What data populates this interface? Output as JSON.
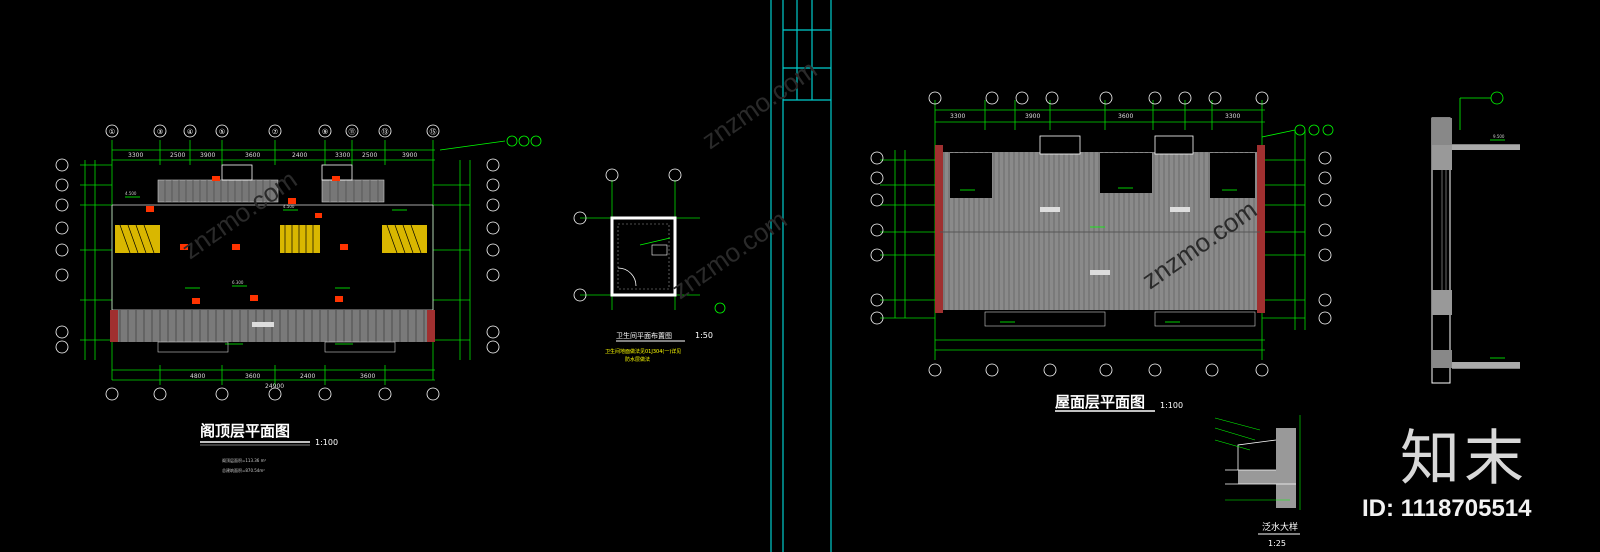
{
  "drawings": {
    "attic_plan": {
      "title": "阁顶层平面图",
      "scale": "1:100",
      "notes": [
        "阁顶层面积=113.36 m²",
        "总建筑面积=870.54m²"
      ]
    },
    "bathroom_plan": {
      "title": "卫生间平面布置图",
      "scale": "1:50",
      "notes": [
        "卫生间地面做法见01J304(一)详见",
        "防水层做法"
      ]
    },
    "roof_plan": {
      "title": "屋面层平面图",
      "scale": "1:100"
    },
    "detail": {
      "title": "泛水大样",
      "scale": "1:25"
    }
  },
  "axis_labels": {
    "top": [
      "①",
      "③",
      "④",
      "⑤",
      "⑦",
      "⑨",
      "⑪",
      "⑬",
      "⑮"
    ],
    "side": [
      "Ⓖ",
      "Ⓕ",
      "Ⓔ",
      "Ⓓ",
      "Ⓒ",
      "Ⓑ",
      "Ⓐ"
    ],
    "dims": [
      "3300",
      "2500",
      "3900",
      "3600",
      "2400",
      "3300",
      "2500",
      "3900"
    ],
    "elev": [
      "4.500",
      "8.100",
      "6.300",
      "9.500"
    ]
  },
  "watermark": {
    "brand": "知末",
    "id": "ID: 1118705514",
    "site": "znzmo.com"
  },
  "colors": {
    "background": "#000000",
    "dimension_line": "#00ff00",
    "frame_line": "#00cccc",
    "hatch": "#8a8a8a",
    "wall_red": "#a03030",
    "stair_yellow": "#ffd700",
    "fixture_red": "#ff3300"
  }
}
